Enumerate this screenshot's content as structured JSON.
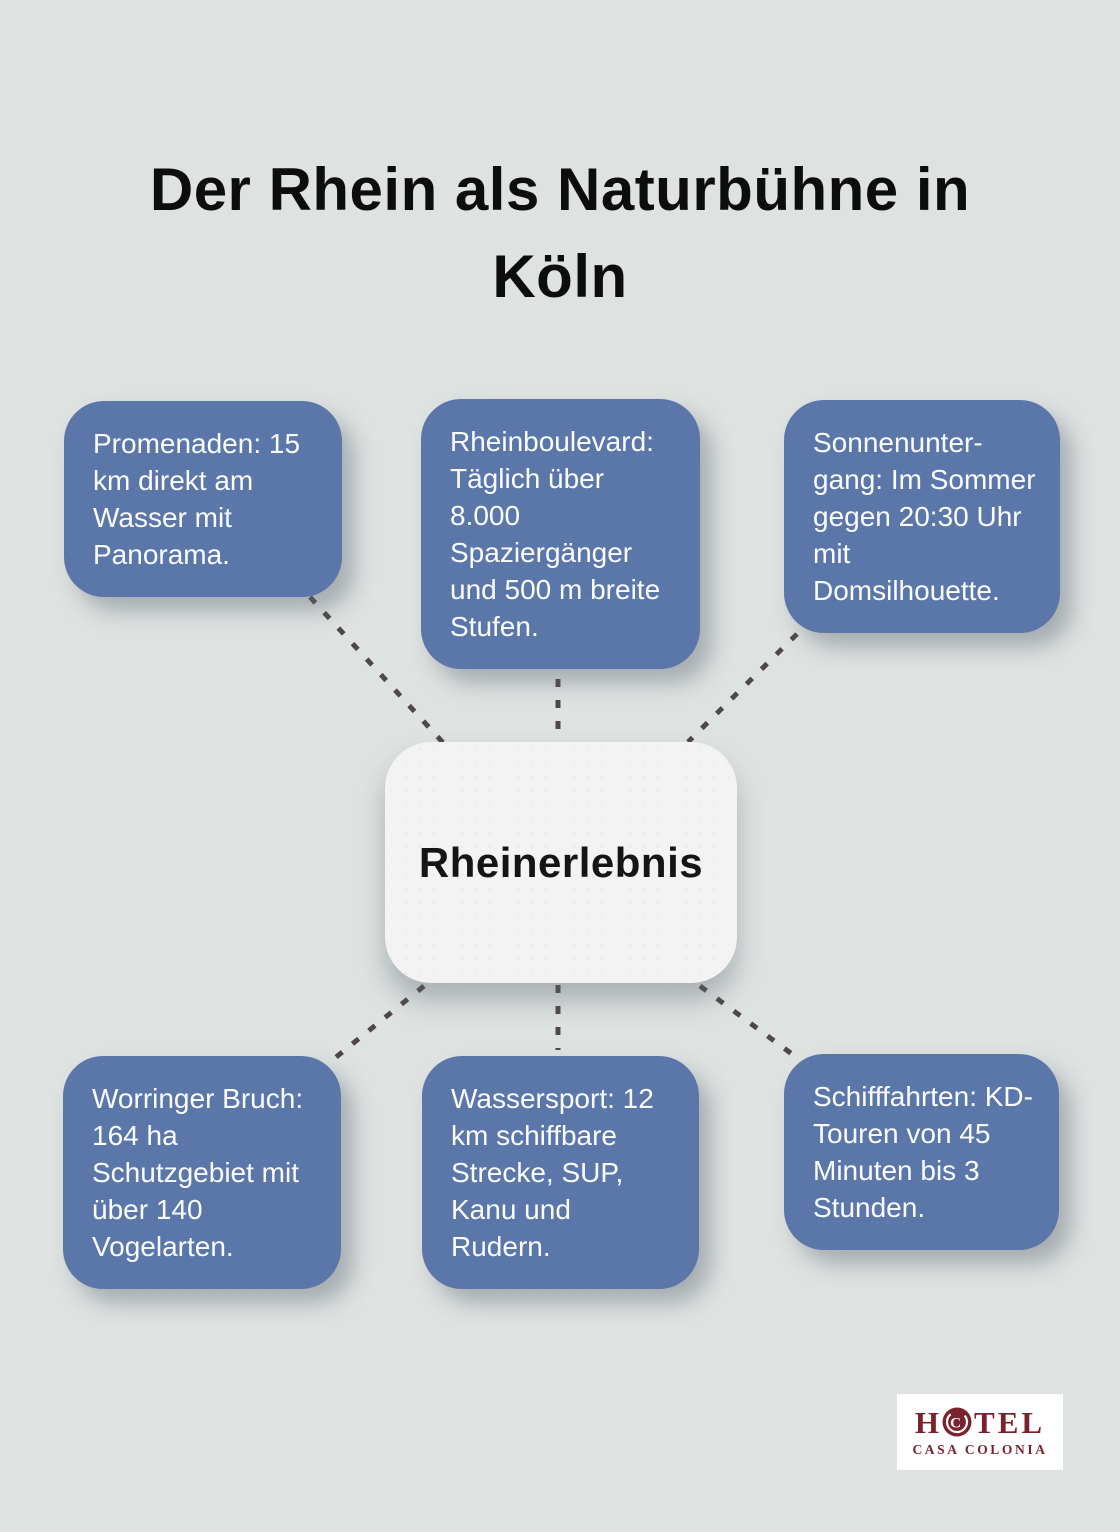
{
  "title": "Der Rhein als Naturbühne in Köln",
  "center": {
    "label": "Rheinerlebnis"
  },
  "nodes": [
    {
      "id": "promenaden",
      "text": "Promenaden: 15\nkm direkt am\nWasser mit\nPanorama."
    },
    {
      "id": "rheinboulevard",
      "text": "Rheinboulevard:\nTäglich über\n8.000\nSpaziergänger\nund 500 m breite\nStufen."
    },
    {
      "id": "sonnenuntergang",
      "text": "Sonnenunter-\ngang: Im Sommer\ngegen 20:30 Uhr\nmit\nDomsilhouette."
    },
    {
      "id": "worringer-bruch",
      "text": "Worringer Bruch:\n164 ha\nSchutzgebiet mit\nüber 140\nVogelarten."
    },
    {
      "id": "wassersport",
      "text": "Wassersport: 12\nkm schiffbare\nStrecke, SUP,\nKanu und\nRudern."
    },
    {
      "id": "schifffahrten",
      "text": "Schifffahrten: KD-\nTouren von 45\nMinuten bis 3\nStunden."
    }
  ],
  "logo": {
    "letters_before_icon": "H",
    "icon": "c-ring-icon",
    "letters_after_icon": "TEL",
    "subtitle": "CASA COLONIA"
  },
  "colors": {
    "background": "#dee2e1",
    "node_blue": "#5b76a9",
    "node_text": "#fbfcfe",
    "center_bg": "#f2f3f2",
    "center_text": "#151515",
    "connector": "#4e4946",
    "title": "#0d0d0d",
    "logo_maroon": "#7a222e",
    "logo_bg": "#ffffff"
  }
}
